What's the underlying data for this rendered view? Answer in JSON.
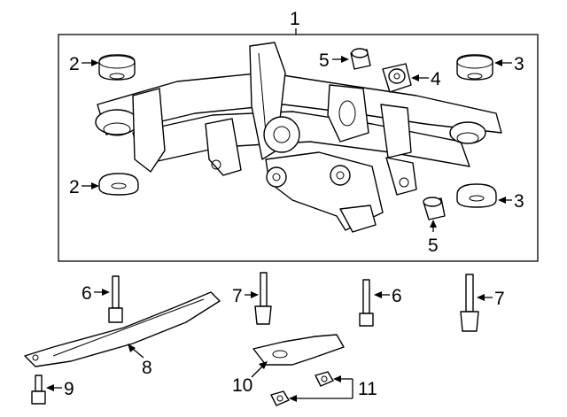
{
  "callouts": {
    "c1": "1",
    "c2a": "2",
    "c2b": "2",
    "c3a": "3",
    "c3b": "3",
    "c4": "4",
    "c5a": "5",
    "c5b": "5",
    "c6a": "6",
    "c6b": "6",
    "c7a": "7",
    "c7b": "7",
    "c8": "8",
    "c9": "9",
    "c10": "10",
    "c11": "11"
  }
}
